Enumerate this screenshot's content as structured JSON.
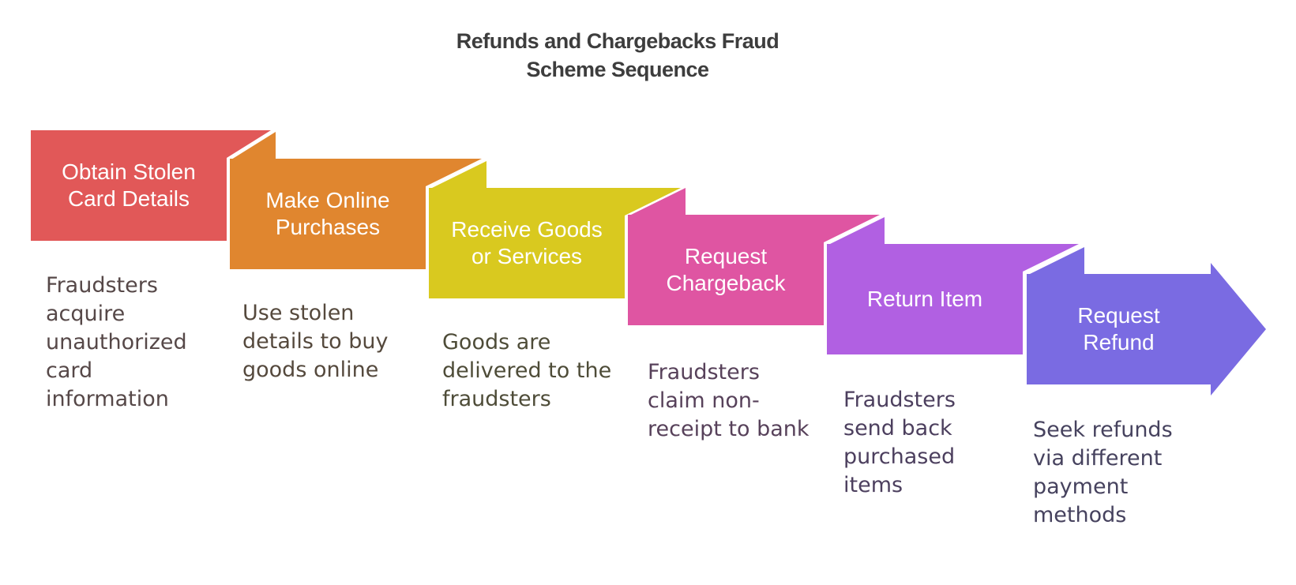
{
  "title": "Refunds and Chargebacks Fraud\nScheme Sequence",
  "title_color": "#3d3d3d",
  "background": "#ffffff",
  "steps": [
    {
      "label": "Obtain Stolen\nCard Details",
      "description": "Fraudsters\nacquire\nunauthorized\ncard\ninformation",
      "color": "#e15858",
      "desc_color": "#564848"
    },
    {
      "label": "Make Online\nPurchases",
      "description": "Use stolen\ndetails to buy\ngoods online",
      "color": "#e0862f",
      "desc_color": "#55493d"
    },
    {
      "label": "Receive Goods\nor Services",
      "description": "Goods are\ndelivered to the\nfraudsters",
      "color": "#d9c91f",
      "desc_color": "#4e4c38"
    },
    {
      "label": "Request\nChargeback",
      "description": "Fraudsters\nclaim non-\nreceipt to bank",
      "color": "#df55a2",
      "desc_color": "#57415a"
    },
    {
      "label": "Return Item",
      "description": "Fraudsters\nsend back\npurchased\nitems",
      "color": "#b160e2",
      "desc_color": "#4c3f5e"
    },
    {
      "label": "Request\nRefund",
      "description": "Seek refunds\nvia different\npayment\nmethods",
      "color": "#7a6be2",
      "desc_color": "#46425e"
    }
  ]
}
